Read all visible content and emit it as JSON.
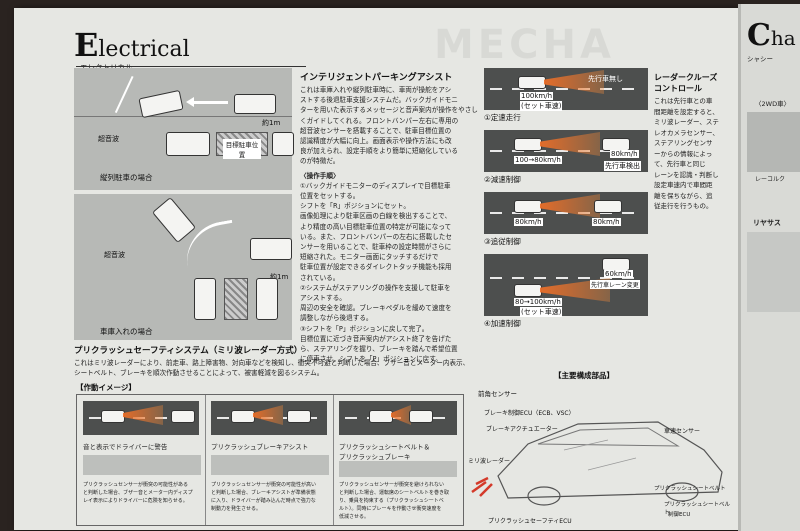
{
  "header": {
    "initial": "E",
    "rest": "lectrical",
    "kana": "エレクトリカル",
    "ghost": "MECHA"
  },
  "next_page": {
    "initial": "C",
    "rest": "ha",
    "kana": "シャシー",
    "tag": "〈2WD車〉",
    "l1": "レーコルク",
    "l2": "リヤサス"
  },
  "parking": {
    "title": "インテリジェントパーキングアシスト",
    "intro": [
      "これは車庫入れや縦列駐車時に、車両が操舵をアシ",
      "ストする後退駐車支援システムだ。バックガイドモニ",
      "ターを用いた表示するメッセージと音声案内が操作をやさし",
      "くガイドしてくれる。フロントバンパー左右に専用の",
      "超音波センサーを搭載することで、駐車目標位置の",
      "認識精度が大幅に向上。画面表示や操作方法にも改",
      "良が加えられ、設定手順をより簡単に短縮化している",
      "のが特徴だ。"
    ],
    "proc_title": "〈操作手順〉",
    "proc": [
      "①バックガイドモニターのディスプレイで目標駐車",
      "位置をセットする。",
      "シフトを「R」ポジションにセット。",
      "画像処理により駐車区画の白線を検出することで、",
      "より精度の高い目標駐車位置の特定が可能になって",
      "いる。また、フロントバンパーの左右に搭載したセ",
      "ンサーを用いることで、駐車枠の設定時間がさらに",
      "短縮された。モニター画面にタッチするだけで",
      "駐車位置が設定できるダイレクトタッチ機能も採用",
      "されている。",
      "②システムがステアリングの操作を支援して駐車を",
      "アシストする。",
      "周辺の安全を確認。ブレーキペダルを緩めて速度を",
      "調整しながら後退する。",
      "③シフトを「P」ポジションに戻して完了。",
      "目標位置に近づき音声案内がアシスト終了を告げた",
      "ら、ステアリングを握り、ブレーキを踏んで希望位置",
      "に停車させ、シフトを「P」ポジションに戻す。"
    ],
    "cap1": "縦列駐車の場合",
    "cap2": "車庫入れの場合",
    "sonar": "超音波",
    "dist": "約1m",
    "target": "目標駐車位置"
  },
  "acc": {
    "title1": "レーダークルーズ",
    "title2": "コントロール",
    "text": [
      "これは先行車との車",
      "間距離を設定すると、",
      "ミリ波レーダー、ステ",
      "レオカメラセンサー、",
      "ステアリングセンサ",
      "ーからの情報によっ",
      "て、先行車と同じ",
      "レーンを認識・判断し",
      "設定車速内で車間距",
      "離を保ちながら、追",
      "従走行を行うもの。"
    ],
    "panels": [
      {
        "num": "①定速走行",
        "front": "先行車無し",
        "speed": "100km/h",
        "setspeed": "(セット車速)"
      },
      {
        "num": "②減速制御",
        "front": "80km/h",
        "speed": "100→80km/h",
        "extra": "先行車検出"
      },
      {
        "num": "③追従制御",
        "front": "80km/h",
        "speed": "80km/h"
      },
      {
        "num": "④加速制御",
        "front": "60km/h",
        "speed": "80→100km/h",
        "setspeed": "(セット車速)",
        "extra": "先行車レーン変更"
      }
    ]
  },
  "pcs": {
    "title": "プリクラッシュセーフティシステム（ミリ波レーダー方式）",
    "intro": [
      "これはミリ波レーダーにより、前走車、路上障害物、対向車などを検知し、衝突不可避と判断した場合、ブザー音とメーター内表示、",
      "シートベルト、ブレーキを順次作動させることによって、被害軽減を図るシステム。"
    ],
    "op_title": "【作動イメージ】",
    "cols": [
      {
        "title": "音と表示でドライバーに警告",
        "text": [
          "プリクラッシュセンサーが衝突の可能性がある",
          "と判断した場合、ブザー音とメーター内ディスプ",
          "レイ表示によりドライバーに危険を知らせる。"
        ]
      },
      {
        "title": "プリクラッシュブレーキアシスト",
        "text": [
          "プリクラッシュセンサーが衝突の可能性が高い",
          "と判断した場合、ブレーキアシストが準備状態",
          "に入り、ドライバーが踏み込んだ時点で強力な",
          "制動力を発生させる。"
        ]
      },
      {
        "title": "プリクラッシュシートベルト＆",
        "title2": "プリクラッシュブレーキ",
        "text": [
          "プリクラッシュセンサーが衝突を避けられない",
          "と判断した場合、運転席のシートベルトを巻き取",
          "り、乗員を拘束する（プリクラッシュシートベ",
          "ルト）。同時にブレーキを作動させ衝突速度を",
          "低減させる。"
        ]
      }
    ],
    "parts_title": "【主要構成部品】",
    "parts": {
      "front_sensor": "前角センサー",
      "brake_ecu": "ブレーキ制御ECU（ECB、VSC）",
      "actuator": "ブレーキアクチュエーター",
      "radar": "ミリ波レーダー",
      "ecu": "プリクラッシュセーフティECU",
      "speed": "車速センサー",
      "seatbelt": "プリクラッシュシートベルト",
      "seatbelt_ecu": "プリクラッシュシートベルト",
      "seatbelt_ecu2": "制御ECU"
    }
  }
}
